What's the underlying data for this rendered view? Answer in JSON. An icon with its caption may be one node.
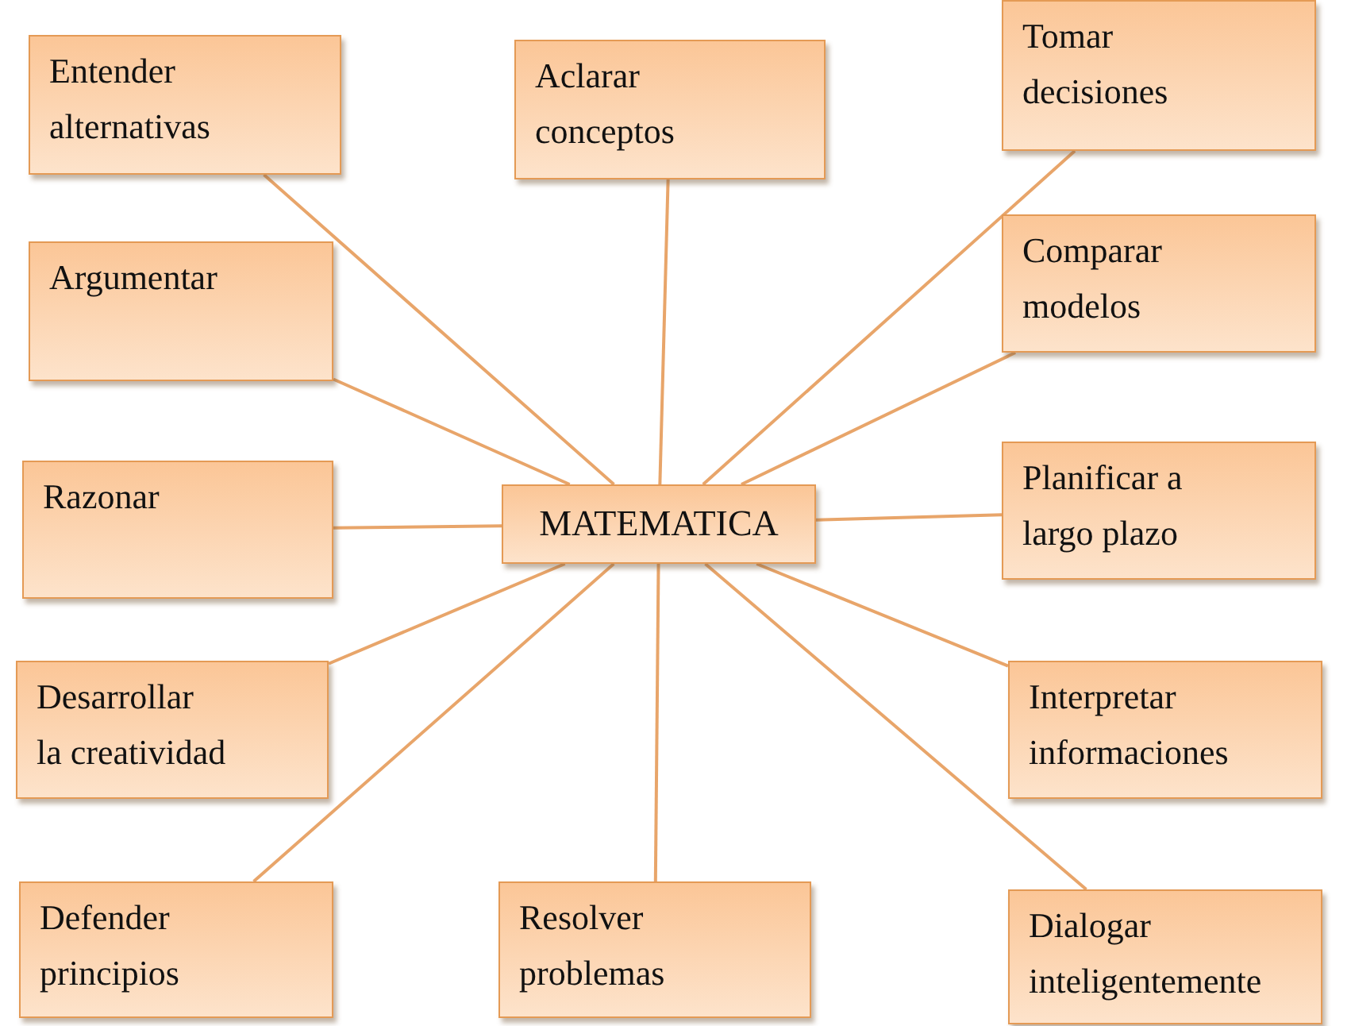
{
  "diagram": {
    "nodes": [
      {
        "text": [
          "Entender alternativas"
        ]
      },
      {
        "text": [
          "Aclarar conceptos"
        ]
      },
      {
        "text": [
          "Tomar decisiones"
        ]
      },
      {
        "text": [
          "Argumentar"
        ]
      },
      {
        "text": [
          "Comparar modelos"
        ]
      },
      {
        "text": [
          "Razonar"
        ]
      },
      {
        "text": [
          "MATEMATICA"
        ]
      },
      {
        "text": [
          "Planificar a largo plazo"
        ]
      },
      {
        "text": [
          "Desarrollar la creatividad"
        ]
      },
      {
        "text": [
          "Interpretar informaciones"
        ]
      },
      {
        "text": [
          "Defender principios"
        ]
      },
      {
        "text": [
          "Resolver problemas"
        ]
      },
      {
        "text": [
          "Dialogar inteligentemente"
        ]
      }
    ],
    "edges": [
      {
        "from": 6,
        "to": 0,
        "arrow": "none"
      },
      {
        "from": 6,
        "to": 1,
        "arrow": "none"
      },
      {
        "from": 6,
        "to": 2,
        "arrow": "none"
      },
      {
        "from": 6,
        "to": 3,
        "arrow": "none"
      },
      {
        "from": 6,
        "to": 4,
        "arrow": "none"
      },
      {
        "from": 6,
        "to": 5,
        "arrow": "none"
      },
      {
        "from": 6,
        "to": 7,
        "arrow": "none"
      },
      {
        "from": 6,
        "to": 8,
        "arrow": "none"
      },
      {
        "from": 6,
        "to": 9,
        "arrow": "none"
      },
      {
        "from": 6,
        "to": 10,
        "arrow": "none"
      },
      {
        "from": 6,
        "to": 11,
        "arrow": "none"
      },
      {
        "from": 6,
        "to": 12,
        "arrow": "none"
      }
    ]
  }
}
